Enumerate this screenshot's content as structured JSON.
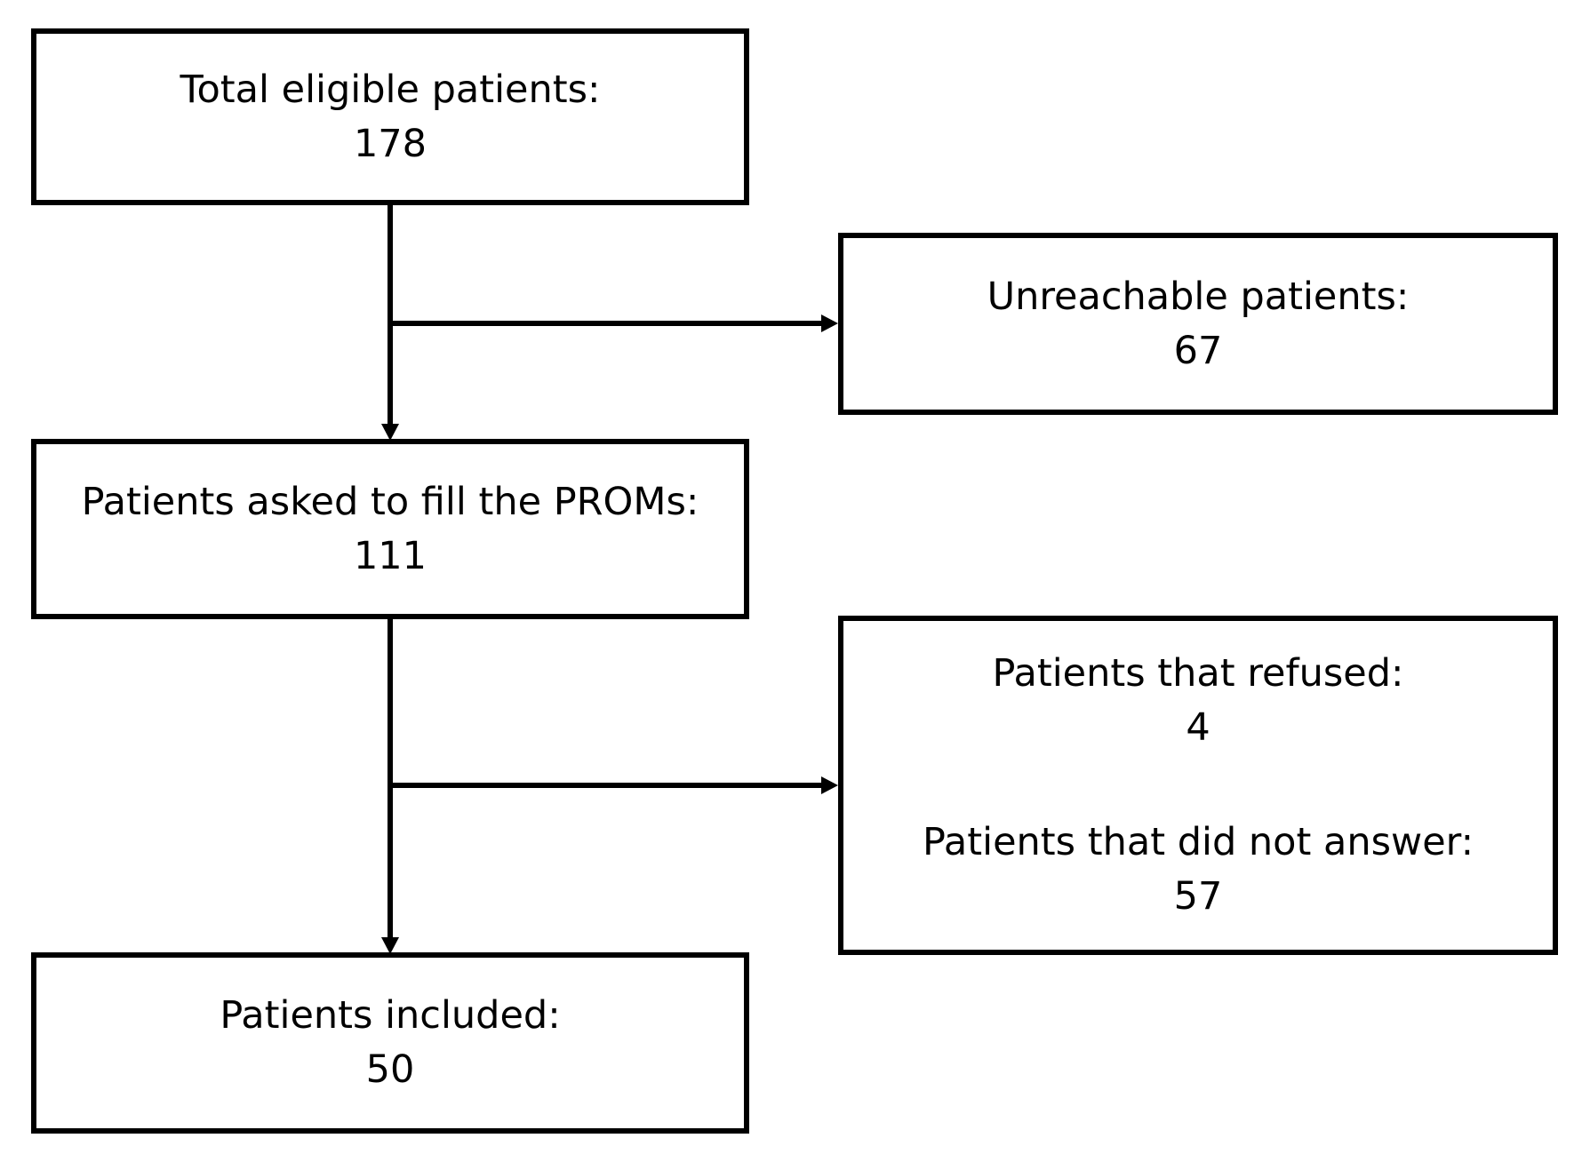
{
  "diagram": {
    "type": "flowchart",
    "line_color": "#000000",
    "nodes": [
      {
        "id": "total",
        "label": "Total eligible patients:",
        "value": "178"
      },
      {
        "id": "unreachable",
        "label": "Unreachable patients:",
        "value": "67"
      },
      {
        "id": "asked",
        "label": "Patients asked to fill the PROMs:",
        "value": "111"
      },
      {
        "id": "refused_noanswer",
        "lines": [
          {
            "label": "Patients that refused:",
            "value": "4"
          },
          {
            "label": "Patients that did not answer:",
            "value": "57"
          }
        ]
      },
      {
        "id": "included",
        "label": "Patients included:",
        "value": "50"
      }
    ],
    "edges": [
      {
        "from": "total",
        "to": "asked"
      },
      {
        "from": "total",
        "to": "unreachable"
      },
      {
        "from": "asked",
        "to": "included"
      },
      {
        "from": "asked",
        "to": "refused_noanswer"
      }
    ]
  }
}
